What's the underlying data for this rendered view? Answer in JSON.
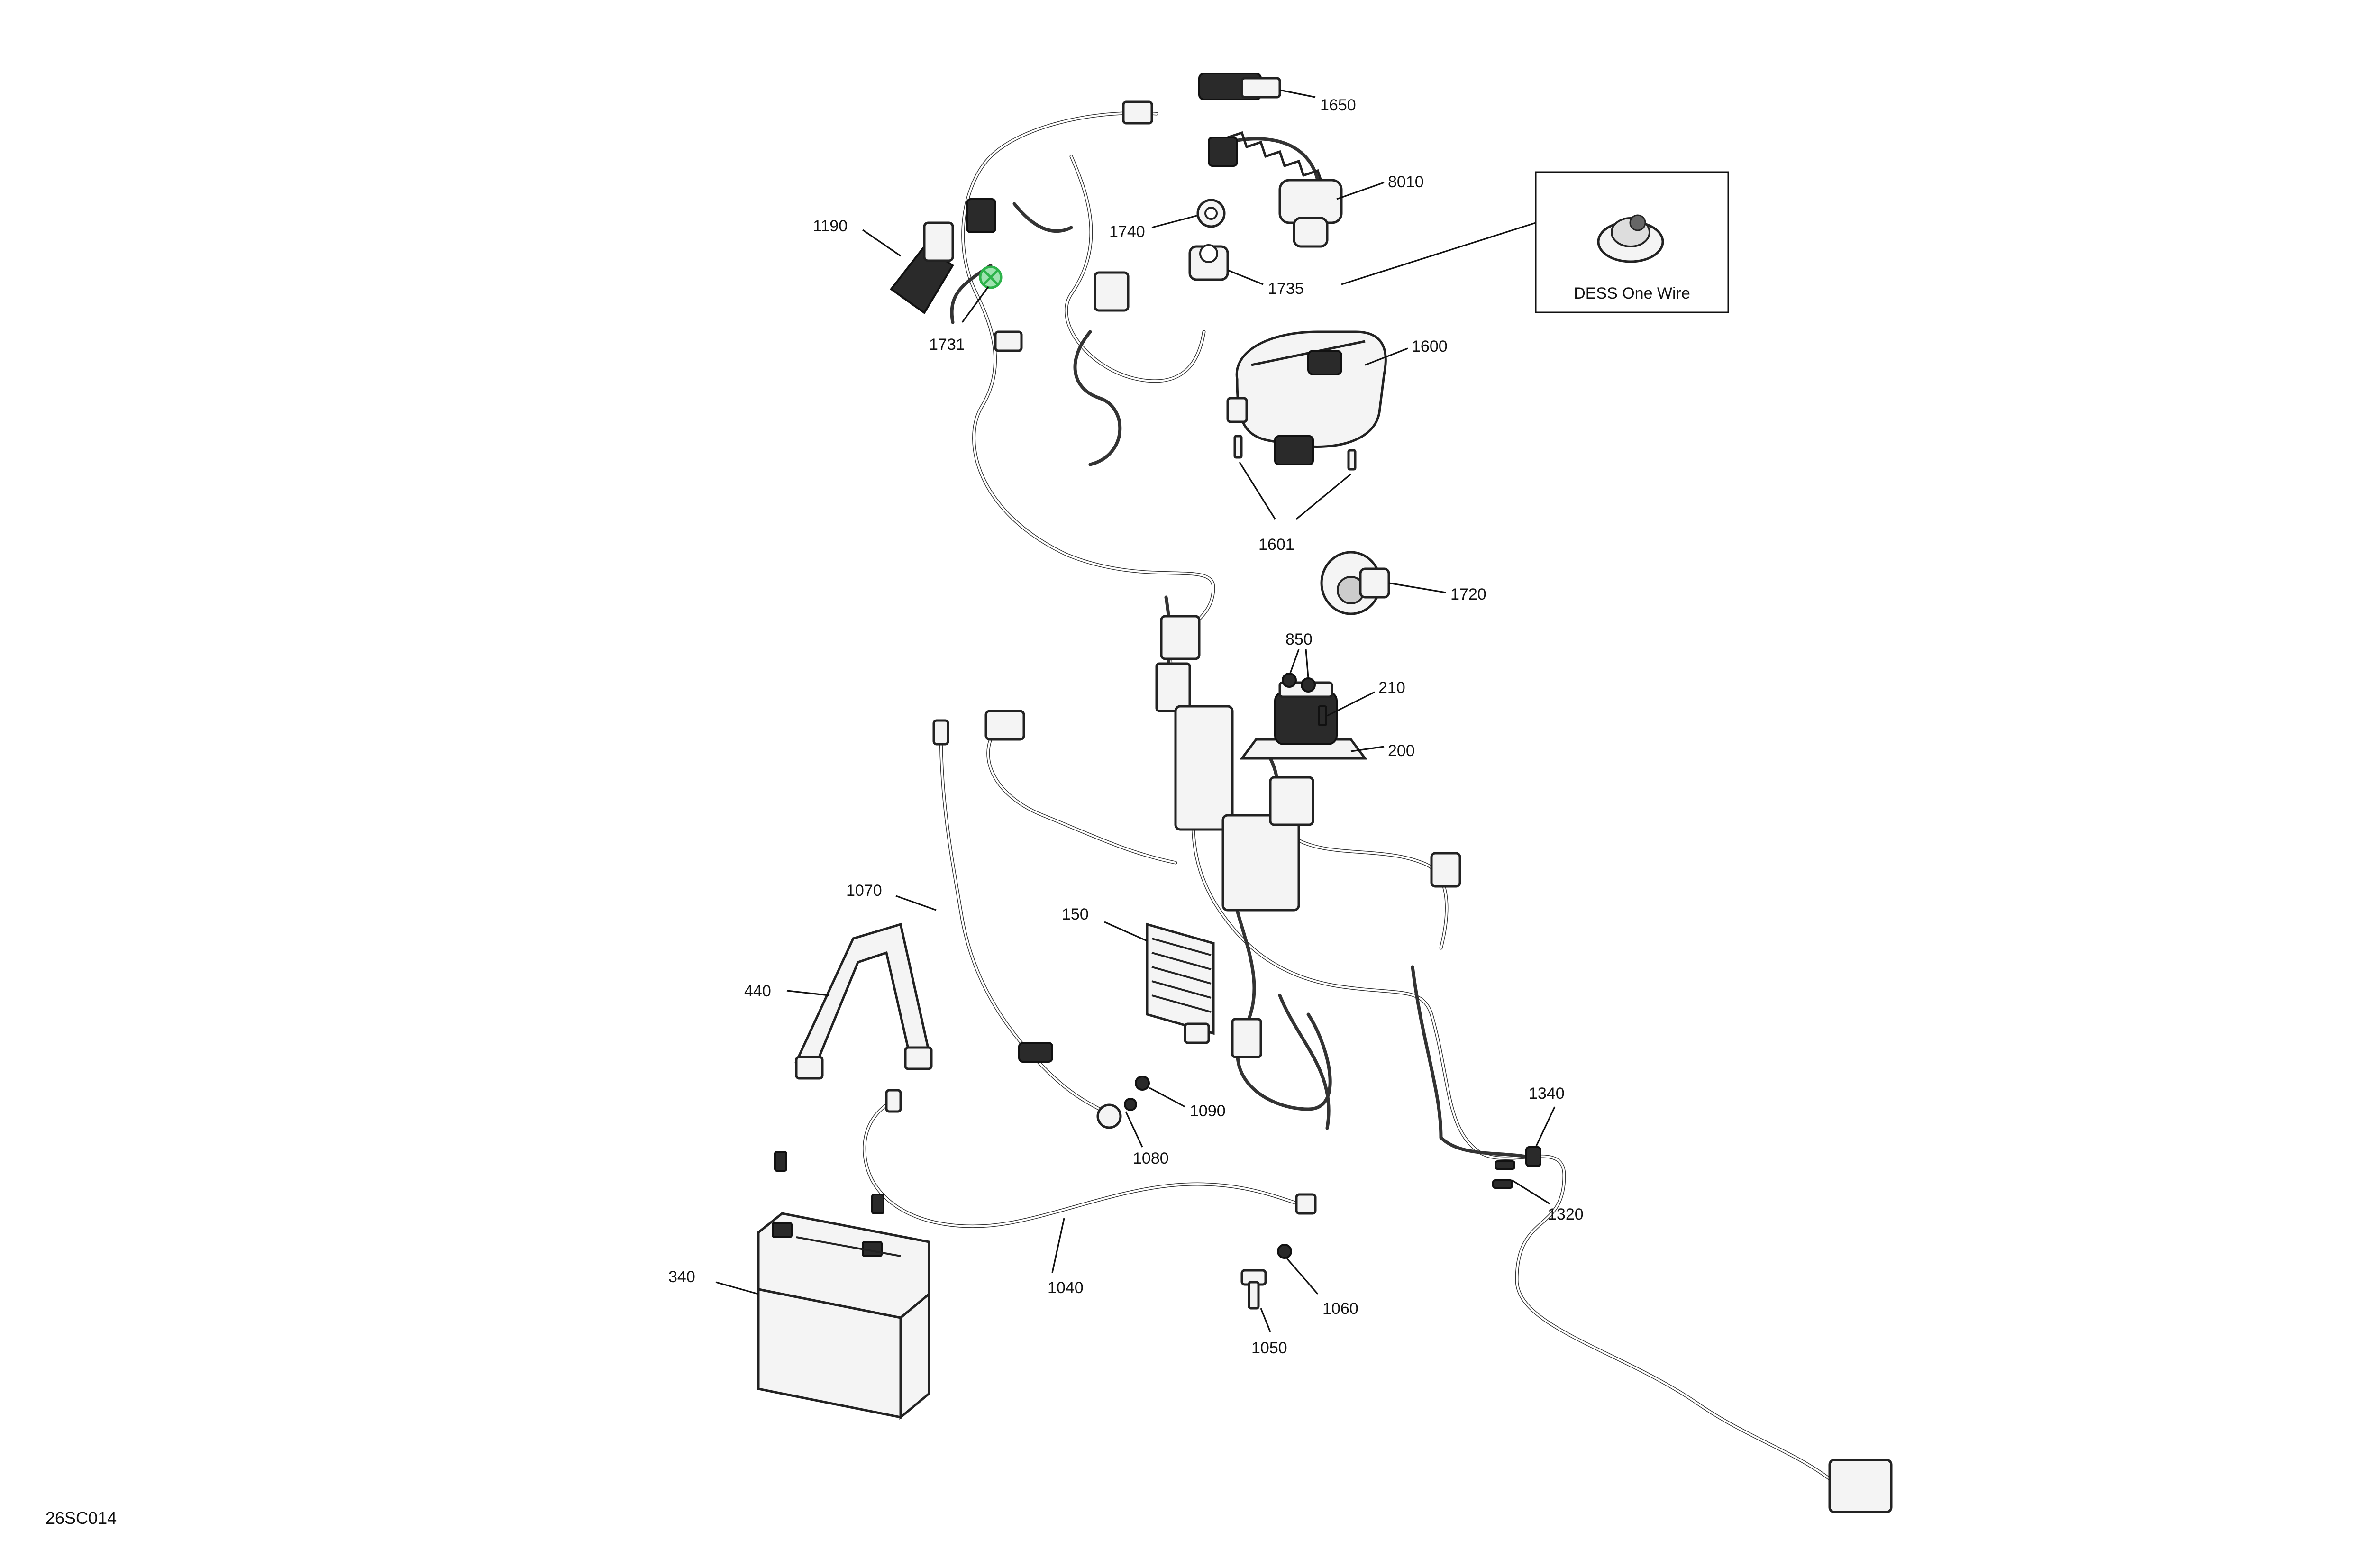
{
  "figure_code": "26SC014",
  "inset": {
    "label": "DESS One Wire"
  },
  "callouts": {
    "c1650": "1650",
    "c8010": "8010",
    "c1190": "1190",
    "c1740": "1740",
    "c1735": "1735",
    "c1731": "1731",
    "c1600": "1600",
    "c1601": "1601",
    "c1720": "1720",
    "c850": "850",
    "c210": "210",
    "c200": "200",
    "c1070": "1070",
    "c150": "150",
    "c440": "440",
    "c1090": "1090",
    "c1080": "1080",
    "c1340": "1340",
    "c1320": "1320",
    "c340": "340",
    "c1040": "1040",
    "c1060": "1060",
    "c1050": "1050"
  },
  "colors": {
    "line": "#222222",
    "highlight": "#2db34a",
    "background": "#ffffff"
  }
}
